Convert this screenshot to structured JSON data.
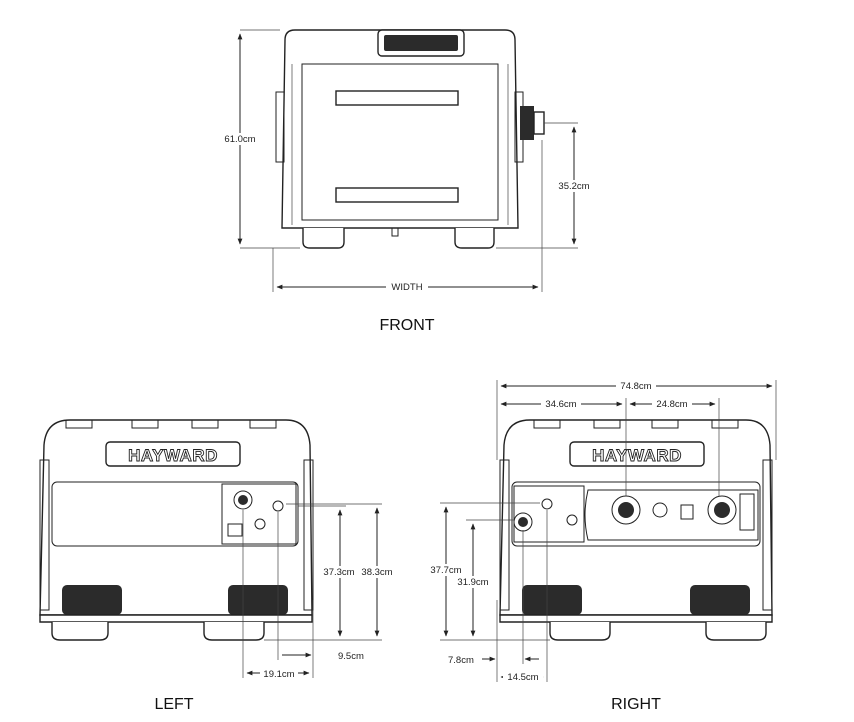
{
  "views": {
    "front": {
      "caption": "FRONT",
      "height_dim": "61.0cm",
      "connector_dim": "35.2cm",
      "width_dim": "WIDTH"
    },
    "left": {
      "caption": "LEFT",
      "brand": "HAYWARD",
      "dim_a": "37.3cm",
      "dim_b": "38.3cm",
      "dim_c": "9.5cm",
      "dim_d": "19.1cm"
    },
    "right": {
      "caption": "RIGHT",
      "brand": "HAYWARD",
      "overall_width": "74.8cm",
      "dim_left": "34.6cm",
      "dim_right": "24.8cm",
      "dim_h1": "37.7cm",
      "dim_h2": "31.9cm",
      "dim_b1": "7.8cm",
      "dim_b2": "14.5cm"
    }
  }
}
